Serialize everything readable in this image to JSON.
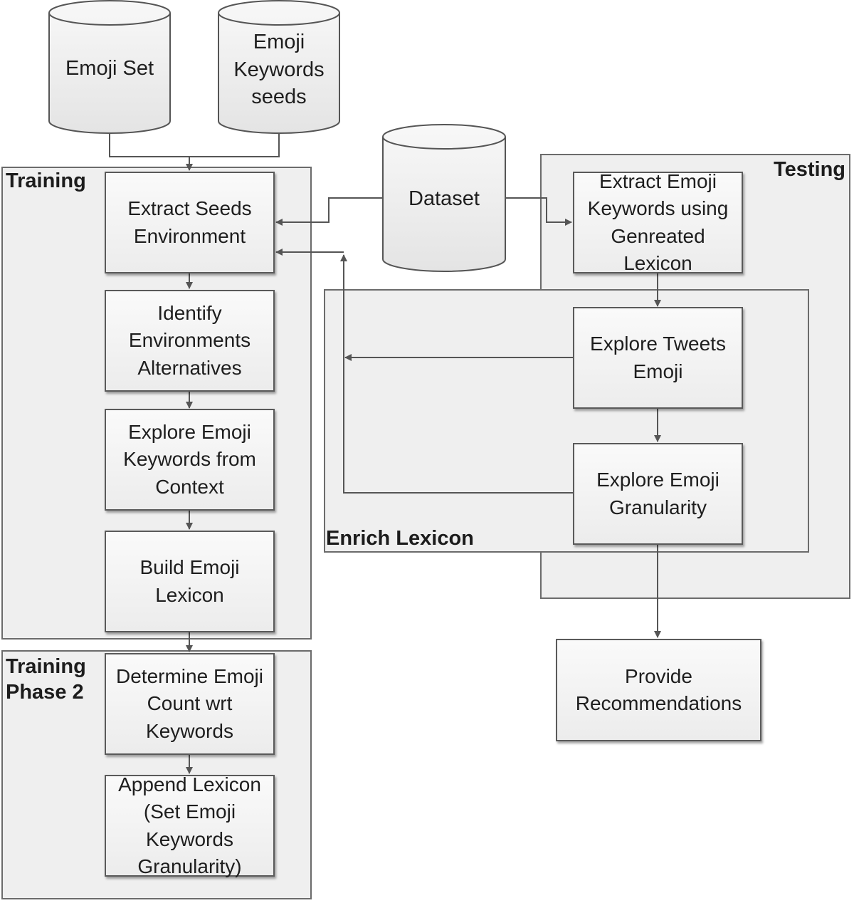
{
  "groups": {
    "training": "Training",
    "training_phase2": "Training\nPhase 2",
    "testing": "Testing",
    "enrich_lexicon": "Enrich Lexicon"
  },
  "databases": {
    "emoji_set": "Emoji Set",
    "emoji_keywords_seeds": "Emoji\nKeywords\nseeds",
    "dataset": "Dataset"
  },
  "steps": {
    "extract_seeds": "Extract Seeds\nEnvironment",
    "identify_env": "Identify\nEnvironments\nAlternatives",
    "explore_keywords": "Explore Emoji\nKeywords from\nContext",
    "build_lexicon": "Build Emoji\nLexicon",
    "determine_count": "Determine Emoji\nCount wrt\nKeywords",
    "append_lexicon": "Append Lexicon\n(Set Emoji\nKeywords\nGranularity)",
    "extract_keywords_testing": "Extract Emoji\nKeywords using\nGenreated\nLexicon",
    "explore_tweets": "Explore Tweets\nEmoji",
    "explore_granularity": "Explore Emoji\nGranularity",
    "provide_recommendations": "Provide\nRecommendations"
  }
}
